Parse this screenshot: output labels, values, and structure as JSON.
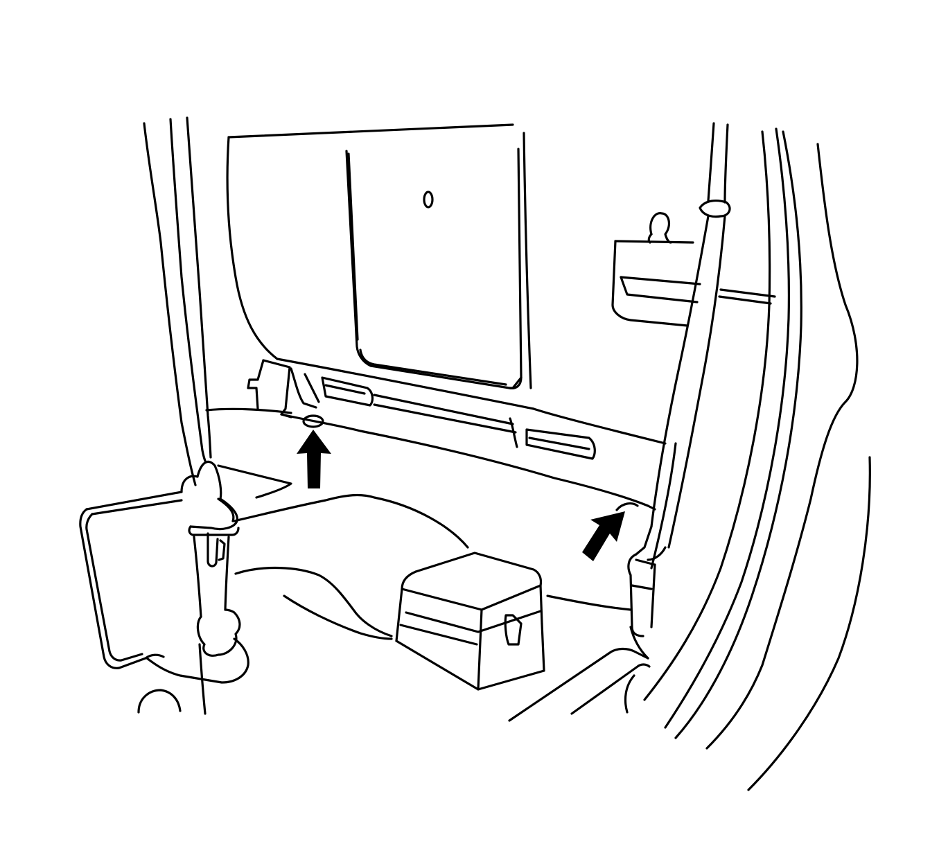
{
  "diagram": {
    "colors": {
      "line": "#000000",
      "background": "#ffffff",
      "callout_arrow": "#000000"
    },
    "callout_arrows": [
      {
        "id": "arrow-left-fastener",
        "points_to": "fastener"
      },
      {
        "id": "arrow-right-fastener",
        "points_to": "fastener"
      }
    ]
  }
}
